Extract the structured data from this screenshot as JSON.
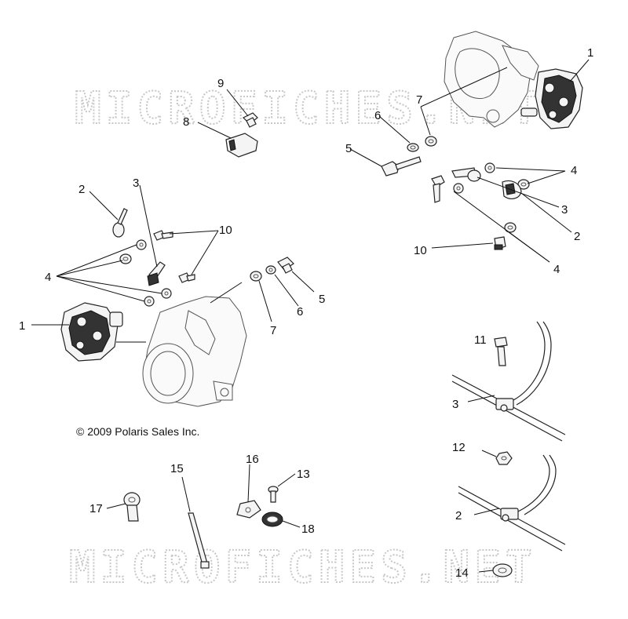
{
  "watermark": "MICROFICHES.NET",
  "copyright": "© 2009 Polaris Sales Inc.",
  "callouts": [
    {
      "id": "c1a",
      "text": "1"
    },
    {
      "id": "c7a",
      "text": "7"
    },
    {
      "id": "c9",
      "text": "9"
    },
    {
      "id": "c6a",
      "text": "6"
    },
    {
      "id": "c8",
      "text": "8"
    },
    {
      "id": "c5a",
      "text": "5"
    },
    {
      "id": "c4a",
      "text": "4"
    },
    {
      "id": "c3a",
      "text": "3"
    },
    {
      "id": "c2a",
      "text": "2"
    },
    {
      "id": "c10a",
      "text": "10"
    },
    {
      "id": "c4b",
      "text": "4"
    },
    {
      "id": "c2b",
      "text": "2"
    },
    {
      "id": "c3b",
      "text": "3"
    },
    {
      "id": "c10b",
      "text": "10"
    },
    {
      "id": "c4c",
      "text": "4"
    },
    {
      "id": "c5b",
      "text": "5"
    },
    {
      "id": "c6b",
      "text": "6"
    },
    {
      "id": "c7b",
      "text": "7"
    },
    {
      "id": "c1b",
      "text": "1"
    },
    {
      "id": "c11",
      "text": "11"
    },
    {
      "id": "c3c",
      "text": "3"
    },
    {
      "id": "c12",
      "text": "12"
    },
    {
      "id": "c2c",
      "text": "2"
    },
    {
      "id": "c15",
      "text": "15"
    },
    {
      "id": "c16",
      "text": "16"
    },
    {
      "id": "c13",
      "text": "13"
    },
    {
      "id": "c17",
      "text": "17"
    },
    {
      "id": "c18",
      "text": "18"
    },
    {
      "id": "c14",
      "text": "14"
    }
  ]
}
